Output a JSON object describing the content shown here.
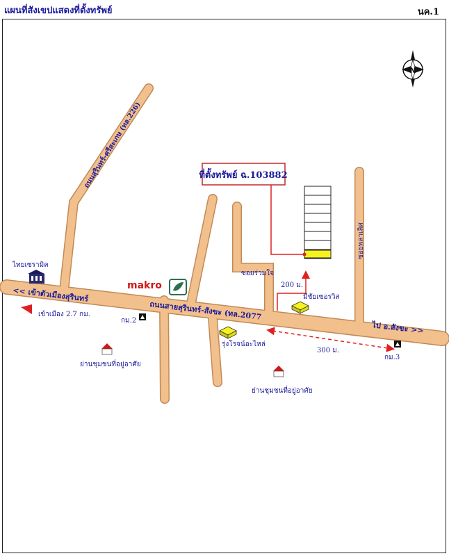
{
  "header": {
    "title": "แผนที่สังเขปแสดงที่ตั้งทรัพย์",
    "code": "นค.1"
  },
  "property": {
    "label": "ที่ตั้งทรัพย์ ฉ.103882"
  },
  "roads": {
    "main": "ถนนสายสุรินทร์-สังขะ (ทล.2077",
    "north": "ถนนสุรินทร์-ศรีสะเกษ (ทล.226)",
    "soi_left": "ซอยร่วมใจ",
    "soi_right": "ซอยพลาเลิศ"
  },
  "directions": {
    "to_city": "<< เข้าตัวเมืองสุรินทร์",
    "to_sangkha": "ไป อ.สังขะ  >>",
    "city_dist": "เข้าเมือง 2.7 กม."
  },
  "distances": {
    "d200": "200 ม.",
    "d300": "300 ม."
  },
  "km_markers": {
    "km2": "กม.2",
    "km3": "กม.3"
  },
  "places": {
    "thai_ceramic": "ไทยเซรามิค",
    "makro": "makro",
    "mechai": "มีชัยเซอรวิส",
    "rungroj": "รุ่งโรจน์อะไหล่",
    "res1": "ย่านชุมชนที่อยู่อาศัย",
    "res2": "ย่านชุมชนที่อยู่อาศัย"
  },
  "compass": {
    "north": "N"
  },
  "colors": {
    "road": "#f2c08c",
    "road_edge": "#c08a58",
    "label": "#1a1a9a",
    "pointer": "#e02020",
    "highlight": "#f5f21e"
  }
}
